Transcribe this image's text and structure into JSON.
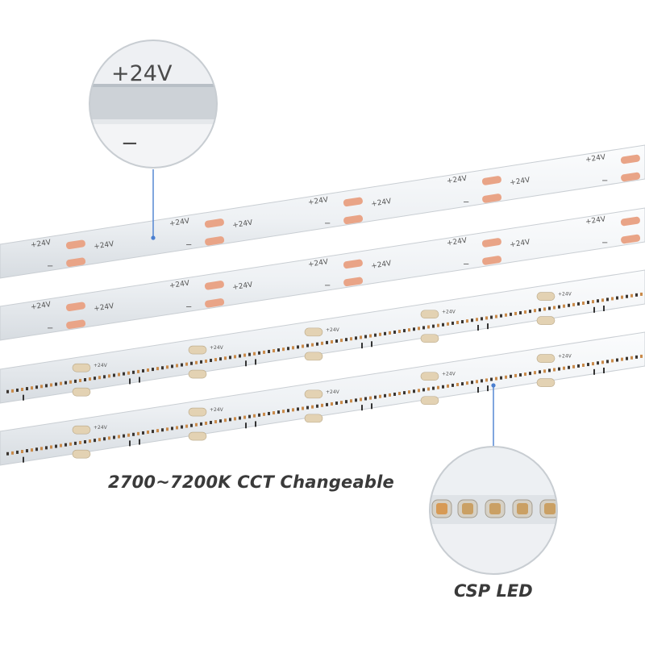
{
  "captions": {
    "cct": "2700~7200K CCT Changeable",
    "csp": "CSP LED"
  },
  "zoom_top": {
    "plus_label": "+24V",
    "minus_label": "−"
  },
  "strip_labels": {
    "plus": "+24V",
    "minus": "−"
  },
  "colors": {
    "strip_face": "#eef1f4",
    "strip_edge": "#c9ced3",
    "copper_pad": "#e9a487",
    "cream_pad": "#e3d2b3",
    "led_warm": "#c98a4a",
    "led_dark": "#3b3530",
    "callout_line": "#4a7fd0",
    "caption": "#3a3a3a"
  }
}
